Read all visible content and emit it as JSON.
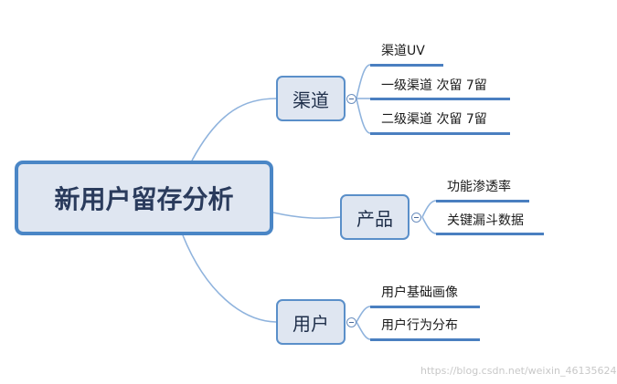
{
  "root": {
    "label": "新用户留存分析"
  },
  "branches": [
    {
      "label": "渠道",
      "children": [
        "渠道UV",
        "一级渠道 次留 7留",
        "二级渠道 次留 7留"
      ]
    },
    {
      "label": "产品",
      "children": [
        "功能渗透率",
        "关键漏斗数据"
      ]
    },
    {
      "label": "用户",
      "children": [
        "用户基础画像",
        "用户行为分布"
      ]
    }
  ],
  "watermark": "https://blog.csdn.net/weixin_46135624",
  "colors": {
    "connector": "#8fb3dd",
    "node_fill": "#dfe6f1",
    "node_border": "#5a8fc9",
    "leaf_underline": "#4a7fc0"
  }
}
